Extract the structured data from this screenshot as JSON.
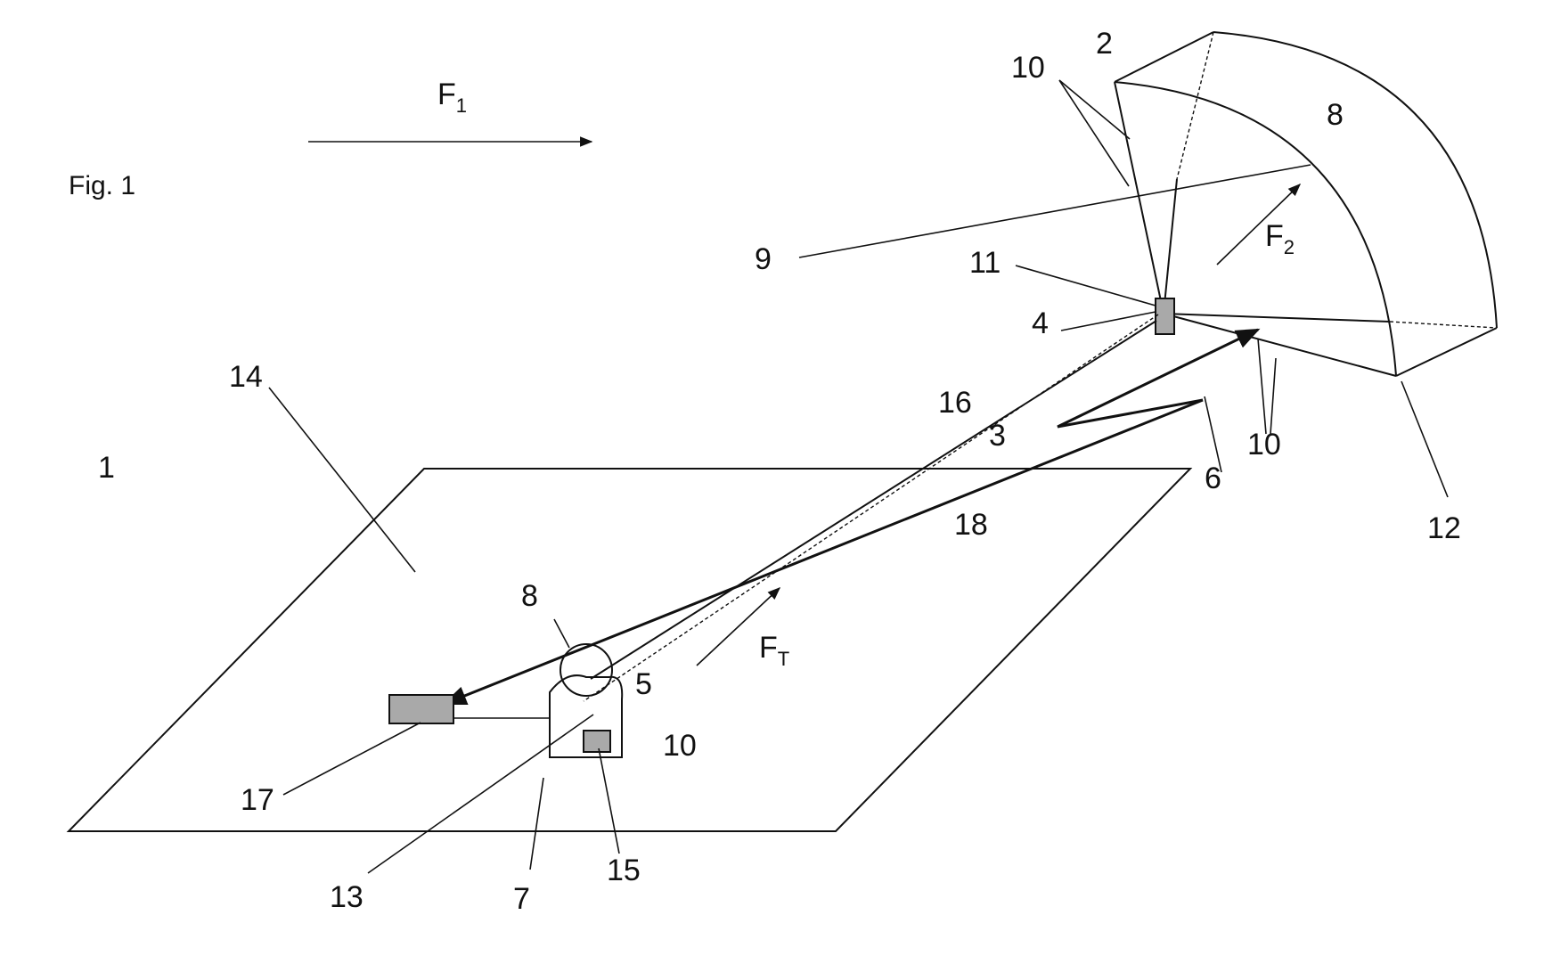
{
  "figure": {
    "title": "Fig. 1",
    "forces": {
      "wind": "F",
      "wind_sub": "1",
      "kite": "F",
      "kite_sub": "2",
      "tether": "F",
      "tether_sub": "T"
    },
    "labels": {
      "n1": "1",
      "n2": "2",
      "n3": "3",
      "n4": "4",
      "n5": "5",
      "n6": "6",
      "n7": "7",
      "n8_kite": "8",
      "n8_pulley": "8",
      "n9": "9",
      "n10_top": "10",
      "n10_right": "10",
      "n10_ground": "10",
      "n11": "11",
      "n12": "12",
      "n13": "13",
      "n14": "14",
      "n15": "15",
      "n16": "16",
      "n17": "17",
      "n18": "18"
    }
  },
  "colors": {
    "ink": "#111111",
    "component_fill": "#a9a9a9",
    "background": "#ffffff"
  }
}
